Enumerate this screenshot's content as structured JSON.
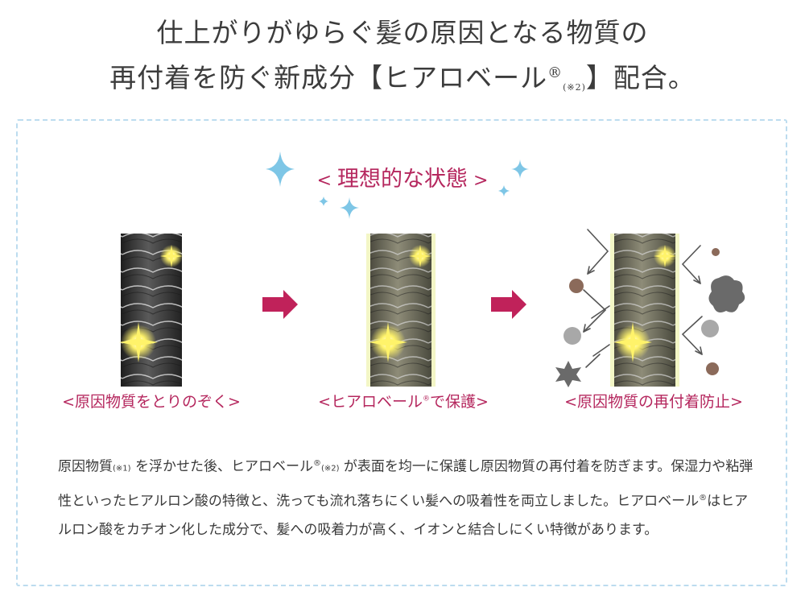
{
  "headline": {
    "line1": "仕上がりがゆらぐ髪の原因となる物質の",
    "line2_a": "再付着を防ぐ新成分【ヒアロベール",
    "line2_reg": "®",
    "line2_note": "(※2)",
    "line2_b": "】配合。"
  },
  "panel": {
    "title_open": "< ",
    "title": "理想的な状態",
    "title_close": " >"
  },
  "stages": [
    {
      "label": "<原因物質をとりのぞく>"
    },
    {
      "label_a": "<ヒアロベール",
      "label_reg": "®",
      "label_b": "で保護>"
    },
    {
      "label": "<原因物質の再付着防止>"
    }
  ],
  "body": {
    "p1": "原因物質",
    "n1": "(※1)",
    "p2": " を浮かせた後、ヒアロベール",
    "r1": "®",
    "n2": "(※2)",
    "p3": " が表面を均一に保護し原因物質の再付着を防ぎます。保湿力や粘弾性といったヒアルロン酸の特徴と、洗っても流れ落ちにくい髪への吸着性を両立しました。ヒアロベール",
    "r2": "®",
    "p4": "はヒアルロン酸をカチオン化した成分で、髪への吸着力が高く、イオンと結合しにくい特徴があります。"
  },
  "colors": {
    "accent": "#b5275e",
    "sparkle_blue": "#7ec6e6",
    "hair_dark": "#3a3a3a",
    "hair_coated": "#727060",
    "coating_glow": "#f4f7c8",
    "particle_brown": "#8b6a5a",
    "particle_gray": "#a8a8a8",
    "particle_dark": "#6a6a6a"
  }
}
